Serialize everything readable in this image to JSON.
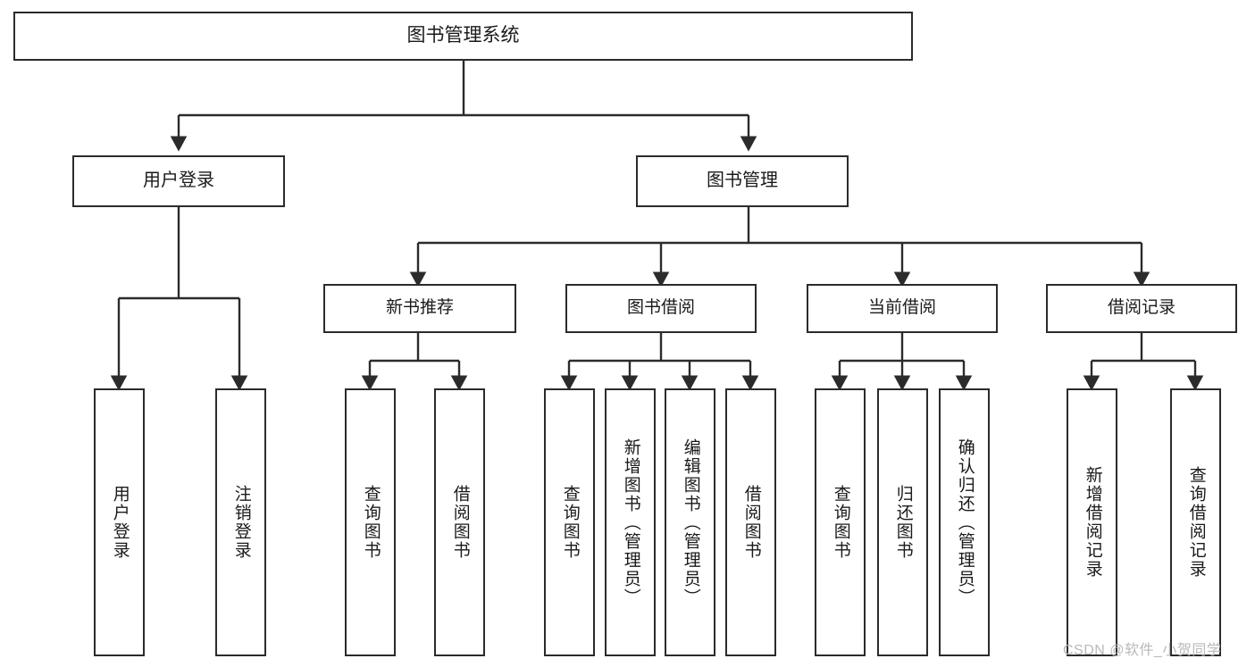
{
  "diagram": {
    "title": "图书管理系统",
    "type": "tree-hierarchy",
    "watermark": "CSDN @软件_小贺同学",
    "colors": {
      "stroke": "#2b2b2b",
      "fill": "#ffffff",
      "text": "#1a1a1a",
      "watermark": "#b9b9b9"
    },
    "nodes": {
      "root": {
        "label": "图书管理系统"
      },
      "level2": [
        {
          "label": "用户登录"
        },
        {
          "label": "图书管理"
        }
      ],
      "level3": [
        {
          "label": "新书推荐"
        },
        {
          "label": "图书借阅"
        },
        {
          "label": "当前借阅"
        },
        {
          "label": "借阅记录"
        }
      ],
      "leaves": [
        {
          "label": "用户登录"
        },
        {
          "label": "注销登录"
        },
        {
          "label": "查询图书"
        },
        {
          "label": "借阅图书"
        },
        {
          "label": "查询图书"
        },
        {
          "label": "新增图书（管理员）"
        },
        {
          "label": "编辑图书（管理员）"
        },
        {
          "label": "借阅图书"
        },
        {
          "label": "查询图书"
        },
        {
          "label": "归还图书"
        },
        {
          "label": "确认归还（管理员）"
        },
        {
          "label": "新增借阅记录"
        },
        {
          "label": "查询借阅记录"
        }
      ]
    }
  }
}
